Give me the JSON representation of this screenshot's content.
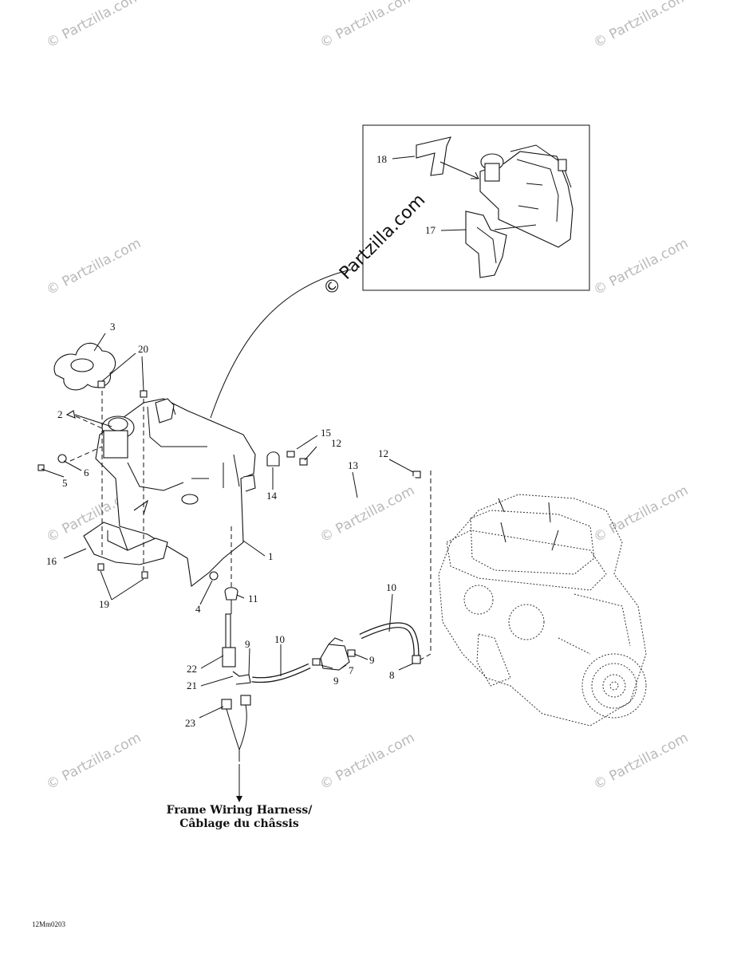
{
  "watermark": "© Partzilla.com",
  "stamp": "© Partzilla.com",
  "caption": {
    "line1": "Frame Wiring Harness/",
    "line2": "Câblage du châssis"
  },
  "drawing_code": "12Mm0203",
  "callouts": [
    "1",
    "2",
    "3",
    "4",
    "5",
    "6",
    "7",
    "8",
    "9",
    "9",
    "9",
    "10",
    "10",
    "11",
    "12",
    "12",
    "13",
    "14",
    "15",
    "16",
    "17",
    "18",
    "19",
    "20",
    "21",
    "22",
    "23"
  ]
}
